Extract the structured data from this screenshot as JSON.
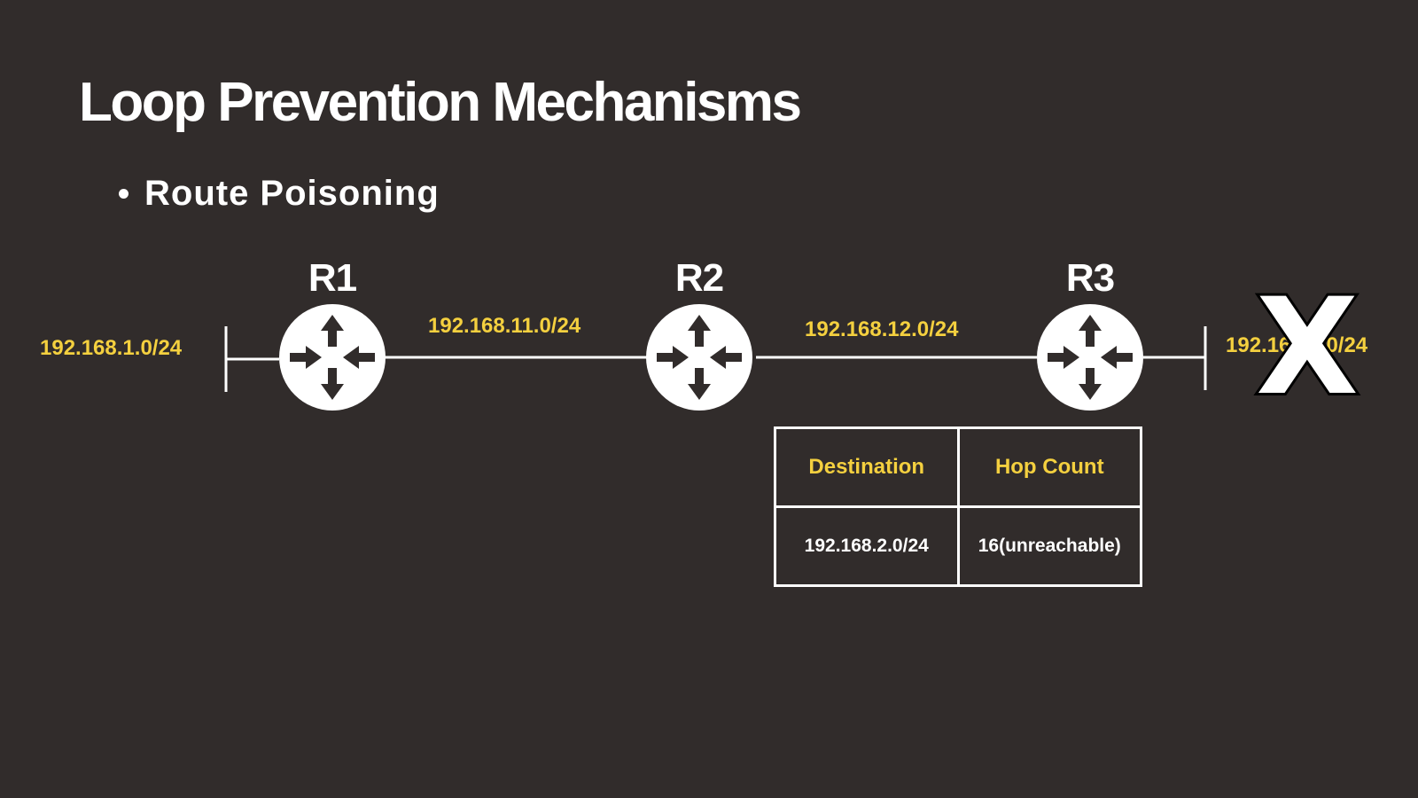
{
  "slide": {
    "title": "Loop Prevention Mechanisms",
    "bullets": [
      "Route Poisoning"
    ]
  },
  "diagram": {
    "routers": [
      {
        "label": "R1",
        "icon": "router-icon"
      },
      {
        "label": "R2",
        "icon": "router-icon"
      },
      {
        "label": "R3",
        "icon": "router-icon"
      }
    ],
    "networks": [
      {
        "label": "192.168.1.0/24"
      },
      {
        "label": "192.168.11.0/24"
      },
      {
        "label": "192.168.12.0/24"
      },
      {
        "label": "192.168.2.0/24",
        "failed": true
      }
    ],
    "failure_mark": "X"
  },
  "routing_table": {
    "headers": [
      "Destination",
      "Hop Count"
    ],
    "rows": [
      [
        "192.168.2.0/24",
        "16(unreachable)"
      ]
    ]
  },
  "colors": {
    "background": "#312c2b",
    "accent": "#f4d03f",
    "foreground": "#ffffff"
  }
}
